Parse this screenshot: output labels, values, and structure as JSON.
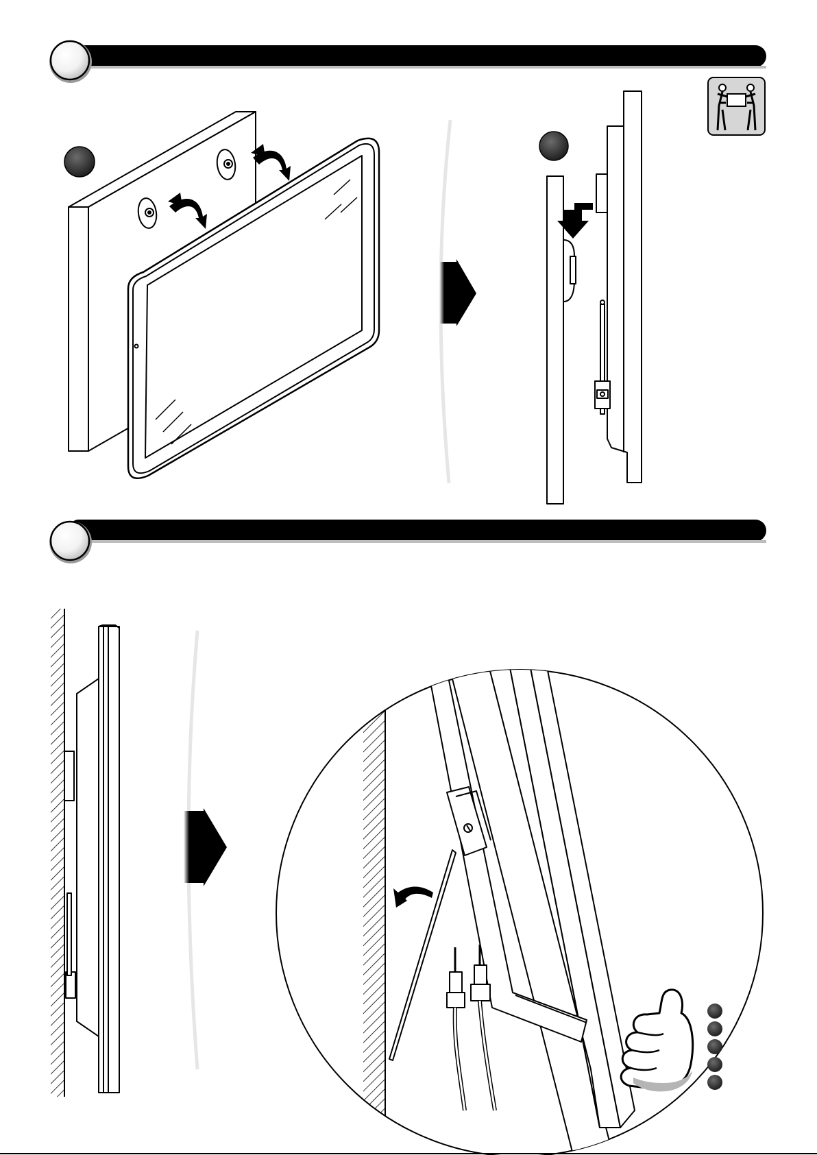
{
  "page": {
    "step_headers": [
      {
        "id": "step-1",
        "text": ""
      },
      {
        "id": "step-2",
        "text": ""
      }
    ],
    "badges": [
      {
        "id": "badge-a",
        "text": ""
      },
      {
        "id": "badge-b",
        "text": ""
      }
    ],
    "two_person_lift_icon": "two-person-lift-icon",
    "thumbs_up_icon": "thumbs-up-icon",
    "checklist_dot_count": 5
  }
}
